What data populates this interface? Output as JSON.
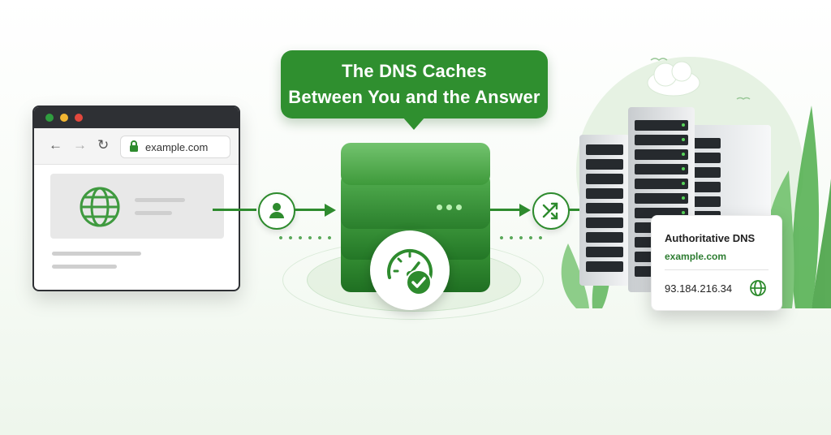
{
  "title_bubble": {
    "line1": "The DNS Caches",
    "line2": "Between You and the Answer"
  },
  "browser": {
    "window_controls": [
      "close",
      "minimize",
      "maximize"
    ],
    "control_colors": [
      "#2f9e3f",
      "#f2b632",
      "#e2483d"
    ],
    "nav_icons": [
      "back-arrow-icon",
      "forward-arrow-icon",
      "refresh-icon"
    ],
    "url": "example.com",
    "lock_icon": "lock-icon",
    "hero_icon": "globe-icon"
  },
  "flow": {
    "user_icon": "user-icon",
    "resolver_icon": "route-arrows-icon",
    "cache_icon": "speedometer-check-icon"
  },
  "authoritative": {
    "title": "Authoritative DNS",
    "domain": "example.com",
    "ip": "93.184.216.34",
    "icon": "globe-icon"
  },
  "colors": {
    "primary_green": "#2f8f2f",
    "dark_green": "#1f6f22",
    "light_green": "#5fb65c",
    "frame_dark": "#2e3034"
  }
}
